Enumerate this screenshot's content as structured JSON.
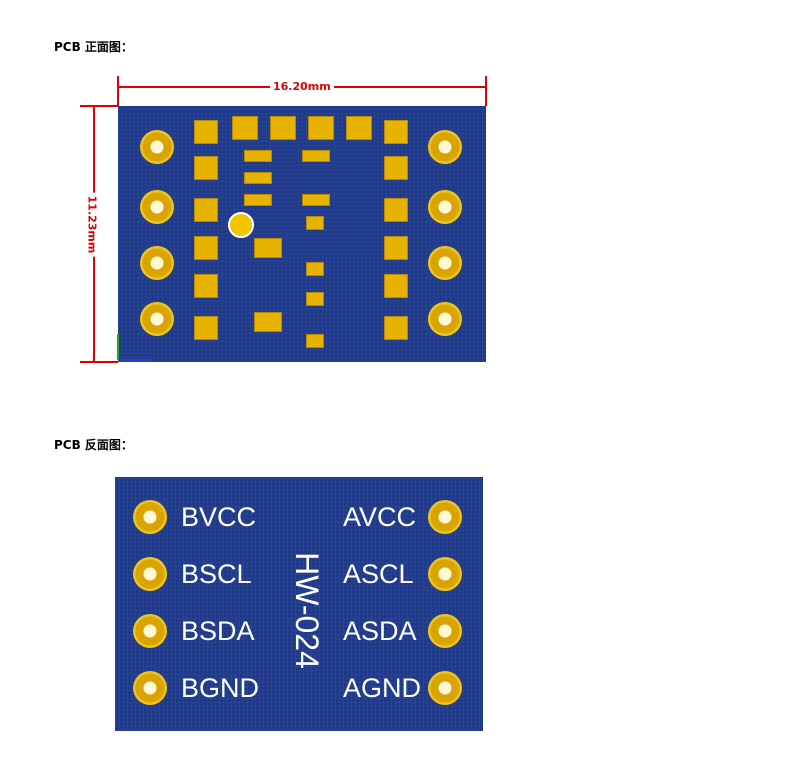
{
  "front": {
    "caption": "PCB 正面图：",
    "width_label": "16.20mm",
    "height_label": "11.23mm"
  },
  "back": {
    "caption": "PCB 反面图：",
    "board_id": "HW-024",
    "left_pins": [
      "BVCC",
      "BSCL",
      "BSDA",
      "BGND"
    ],
    "right_pins": [
      "AVCC",
      "ASCL",
      "ASDA",
      "AGND"
    ]
  },
  "colors": {
    "board": "#1f3a8a",
    "pad": "#e7b300",
    "dimension": "#e00000"
  }
}
